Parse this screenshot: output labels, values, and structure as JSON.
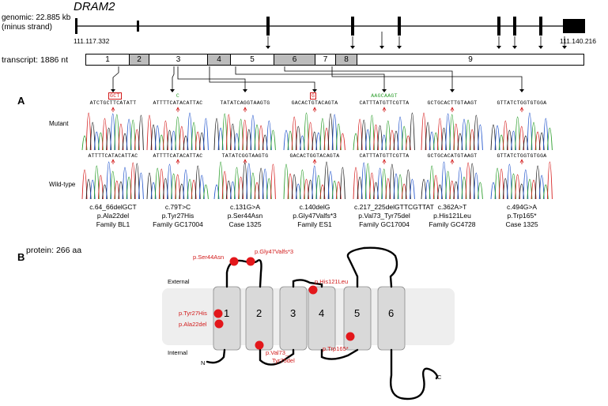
{
  "gene": {
    "name": "DRAM2",
    "genomic_label_line1": "genomic: 22.885 kb",
    "genomic_label_line2": "(minus strand)",
    "coord_start": "111.117.332",
    "coord_end": "111.140.216"
  },
  "transcript": {
    "label": "transcript: 1886 nt",
    "exons": [
      {
        "label": "1",
        "shaded": false
      },
      {
        "label": "2",
        "shaded": true
      },
      {
        "label": "3",
        "shaded": false
      },
      {
        "label": "4",
        "shaded": true
      },
      {
        "label": "5",
        "shaded": false
      },
      {
        "label": "6",
        "shaded": true
      },
      {
        "label": "7",
        "shaded": false
      },
      {
        "label": "8",
        "shaded": true
      },
      {
        "label": "9",
        "shaded": false
      }
    ]
  },
  "panel_a": {
    "letter": "A",
    "mutant_label": "Mutant",
    "wildtype_label": "Wild-type",
    "variants": [
      {
        "mut_seq": "ATCTGCTTCATATT",
        "boxed": "GCT",
        "wt_seq": "ATTTTCATACATTAC",
        "cdna": "c.64_66delGCT",
        "protein": "p.Ala22del",
        "family": "Family BL1"
      },
      {
        "mut_seq": "ATTTTCATACATTAC",
        "boxed": "",
        "insert": "C",
        "wt_seq": "ATTTTCATACATTAC",
        "cdna": "c.79T>C",
        "protein": "p.Tyr27His",
        "family": "Family GC17004"
      },
      {
        "mut_seq": "TATATCAGGTAAGTG",
        "boxed": "",
        "wt_seq": "TATATCGGTAAGTG",
        "cdna": "c.131G>A",
        "protein": "p.Ser44Asn",
        "family": "Case 1325"
      },
      {
        "mut_seq": "GACACTGTACAGTA",
        "boxed": "G",
        "wt_seq": "GACACTGGTACAGTA",
        "cdna": "c.140delG",
        "protein": "p.Gly47Valfs*3",
        "family": "Family ES1"
      },
      {
        "mut_seq": "CATTTATGTTCGTTA",
        "boxed": "",
        "insert": "AAGCAAGT",
        "wt_seq": "CATTTATGTTCGTTA",
        "cdna": "c.217_225delGTTCGTTAT",
        "protein": "p.Val73_Tyr75del",
        "family": "Family GC17004"
      },
      {
        "mut_seq": "GCTGCACTTGTAAGT",
        "boxed": "",
        "wt_seq": "GCTGCACATGTAAGT",
        "cdna": "c.362A>T",
        "protein": "p.His121Leu",
        "family": "Family GC4728"
      },
      {
        "mut_seq": "GTTATCTGGTGTGGA",
        "boxed": "",
        "wt_seq": "GTTATCTGGTGTGGA",
        "cdna": "c.494G>A",
        "protein": "p.Trp165*",
        "family": "Case 1325"
      }
    ]
  },
  "panel_b": {
    "letter": "B",
    "protein_label": "protein: 266 aa",
    "external_label": "External",
    "internal_label": "Internal",
    "n_term": "N",
    "c_term": "C",
    "tm_domains": [
      "1",
      "2",
      "3",
      "4",
      "5",
      "6"
    ],
    "mutations": {
      "ser44asn": "p.Ser44Asn",
      "gly47": "p.Gly47Valfs*3",
      "his121leu": "p.His121Leu",
      "tyr27his": "p.Tyr27His",
      "ala22del": "p.Ala22del",
      "val73_line1": "p.Val73_",
      "val73_line2": "Tyr75del",
      "trp165": "p.Trp165*"
    },
    "colors": {
      "mutation": "#e3171b",
      "membrane": "#eeeeee",
      "helix": "#d9d9d9"
    }
  }
}
